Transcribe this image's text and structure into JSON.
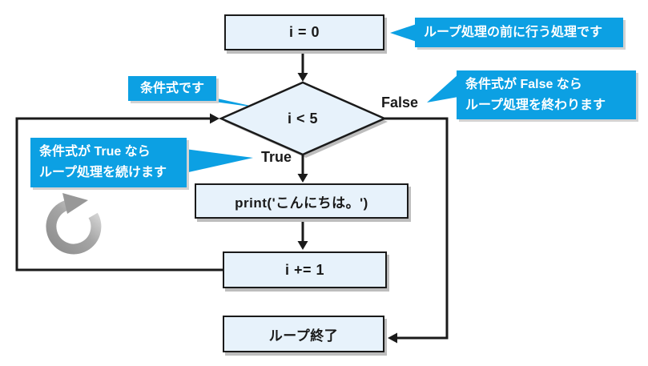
{
  "nodes": {
    "init": {
      "label": "i = 0"
    },
    "condition": {
      "label": "i < 5"
    },
    "body": {
      "label": "print('こんにちは。')"
    },
    "increment": {
      "label": "i += 1"
    },
    "end": {
      "label": "ループ終了"
    }
  },
  "edge_labels": {
    "true": "True",
    "false": "False"
  },
  "callouts": {
    "init_note": {
      "text": "ループ処理の前に行う処理です"
    },
    "condition_note": {
      "text": "条件式です"
    },
    "false_note": {
      "line1": "条件式が False なら",
      "line2": "ループ処理を終わります"
    },
    "true_note": {
      "line1": "条件式が True なら",
      "line2": "ループ処理を続けます"
    }
  },
  "icons": {
    "loop_icon": "circular-loop-arrow"
  },
  "colors": {
    "callout_blue": "#0ca0e3",
    "node_fill": "#e7f2fb",
    "arrow": "#1a1a1a",
    "shadow": "#bdbdbd",
    "text_on_blue": "#ffffff",
    "loop_icon_dark": "#8d8d8d",
    "loop_icon_light": "#e0e0e0"
  }
}
